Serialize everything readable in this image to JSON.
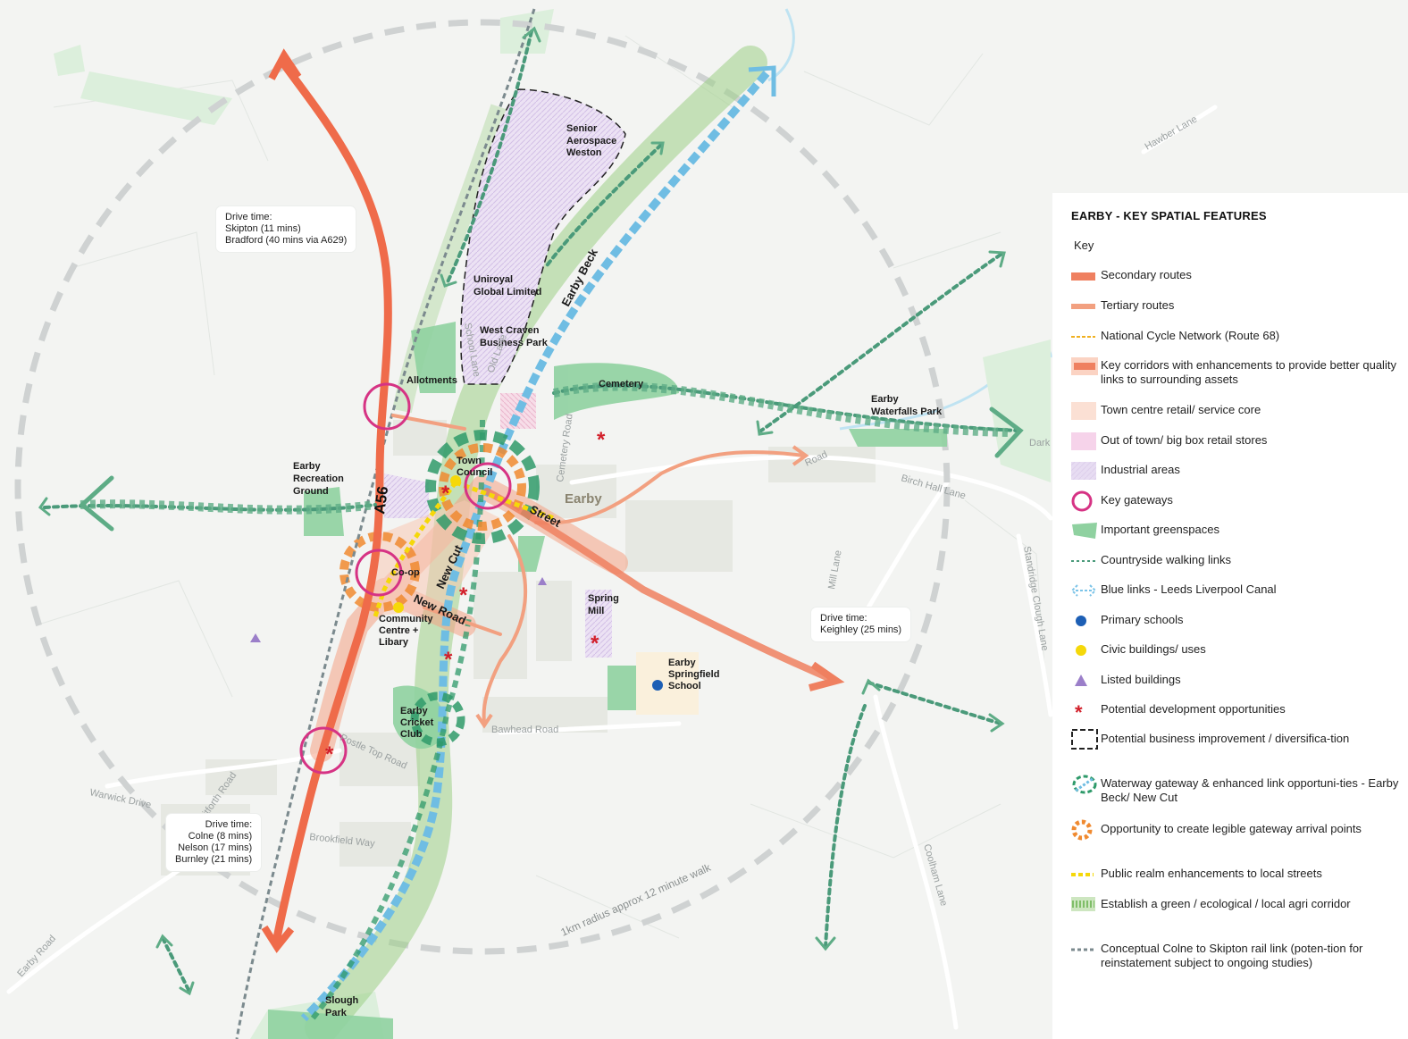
{
  "legend": {
    "title": "EARBY - KEY SPATIAL FEATURES",
    "subtitle": "Key",
    "items": [
      {
        "label": "Secondary routes",
        "icon": "secondary-route-swatch",
        "color": "#ef8060"
      },
      {
        "label": "Tertiary routes",
        "icon": "tertiary-route-swatch",
        "color": "#f2a080"
      },
      {
        "label": "National Cycle Network (Route 68)",
        "icon": "cycle-network-dash",
        "color": "#f0b020"
      },
      {
        "label": "Key corridors with enhancements to provide better quality links to surrounding assets",
        "icon": "key-corridor-swatch",
        "color": "#f4a285"
      },
      {
        "label": "Town centre retail/ service core",
        "icon": "town-centre-swatch",
        "color": "#fbe0d4"
      },
      {
        "label": "Out of town/ big box retail stores",
        "icon": "big-box-retail-swatch",
        "color": "#f6d3ea"
      },
      {
        "label": "Industrial areas",
        "icon": "industrial-swatch",
        "color": "#e4d8f0"
      },
      {
        "label": "Key gateways",
        "icon": "key-gateway-ring",
        "color": "#d63384"
      },
      {
        "label": "Important greenspaces",
        "icon": "greenspace-swatch",
        "color": "#8fd1a0"
      },
      {
        "label": "Countryside walking links",
        "icon": "walking-link-dash",
        "color": "#4a9a7a"
      },
      {
        "label": "Blue links - Leeds Liverpool Canal",
        "icon": "blue-link-arrows",
        "color": "#7cc4e8"
      },
      {
        "label": "Primary schools",
        "icon": "primary-school-dot",
        "color": "#1d5fb5"
      },
      {
        "label": "Civic buildings/ uses",
        "icon": "civic-building-dot",
        "color": "#f5d80a"
      },
      {
        "label": "Listed buildings",
        "icon": "listed-building-triangle",
        "color": "#9b7fc9"
      },
      {
        "label": "Potential development opportunities",
        "icon": "development-asterisk",
        "color": "#d21f2a"
      },
      {
        "label": "Potential business improvement / diversifica-tion",
        "icon": "business-improvement-box",
        "color": "#222222"
      },
      {
        "label": "Waterway gateway & enhanced link opportuni-ties - Earby Beck/ New Cut",
        "icon": "waterway-gateway-ring",
        "color": "#2f9a6a"
      },
      {
        "label": "Opportunity to create legible gateway arrival points",
        "icon": "arrival-point-ring",
        "color": "#f08a30"
      },
      {
        "label": "Public realm enhancements to local streets",
        "icon": "public-realm-dash",
        "color": "#f5d80a"
      },
      {
        "label": "Establish a green / ecological / local agri corridor",
        "icon": "green-corridor-swatch",
        "color": "#9ccf86"
      },
      {
        "label": "Conceptual Colne to Skipton rail link (poten-tion for reinstatement subject to ongoing studies)",
        "icon": "rail-link-dash",
        "color": "#7b8a8e"
      }
    ]
  },
  "drive_times": [
    {
      "lines": [
        "Drive time:",
        "Skipton (11 mins)",
        "Bradford (40 mins via A629)"
      ]
    },
    {
      "lines": [
        "Drive time:",
        "Keighley (25 mins)"
      ]
    },
    {
      "lines": [
        "Drive time:",
        "Colne (8 mins)",
        "Nelson (17 mins)",
        "Burnley (21 mins)"
      ]
    }
  ],
  "places": {
    "senior": [
      "Senior",
      "Aerospace",
      "Weston"
    ],
    "uniroyal": [
      "Uniroyal",
      "Global Limited"
    ],
    "westcraven": [
      "West Craven",
      "Business Park"
    ],
    "allotments": "Allotments",
    "cemetery": "Cemetery",
    "waterfalls": [
      "Earby",
      "Waterfalls Park"
    ],
    "towncouncil": [
      "Town",
      "Council"
    ],
    "earby": "Earby",
    "recreation": [
      "Earby",
      "Recreation",
      "Ground"
    ],
    "coop": "Co-op",
    "community": [
      "Community",
      "Centre +",
      "Libary"
    ],
    "springmill": [
      "Spring",
      "Mill"
    ],
    "springfield": [
      "Earby",
      "Springfield",
      "School"
    ],
    "cricket": [
      "Earby",
      "Cricket",
      "Club"
    ],
    "slough": [
      "Slough",
      "Park"
    ]
  },
  "roads": {
    "a56": "A56",
    "street": "Street",
    "newroad": "New Road",
    "newcut": "New Cut",
    "earbybeck": "Earby Beck",
    "bawhead": "Bawhead Road",
    "birchhall": "Birch Hall Lane",
    "road": "Road",
    "mill": "Mill Lane",
    "standridge": "Standridge Clough Lane",
    "coolham": "Coolham Lane",
    "hawber": "Hawber Lane",
    "warwick": "Warwick Drive",
    "aitforth": "Aitforth Road",
    "brookfield": "Brookfield Way",
    "earbyroad": "Earby Road",
    "postle": "Postle Top Road",
    "cemeteryrd": "Cemetery Road",
    "school": "School Lane",
    "oldlane": "Old Lane",
    "dark": "Dark",
    "radius": "1km radius approx 12 minute walk"
  }
}
